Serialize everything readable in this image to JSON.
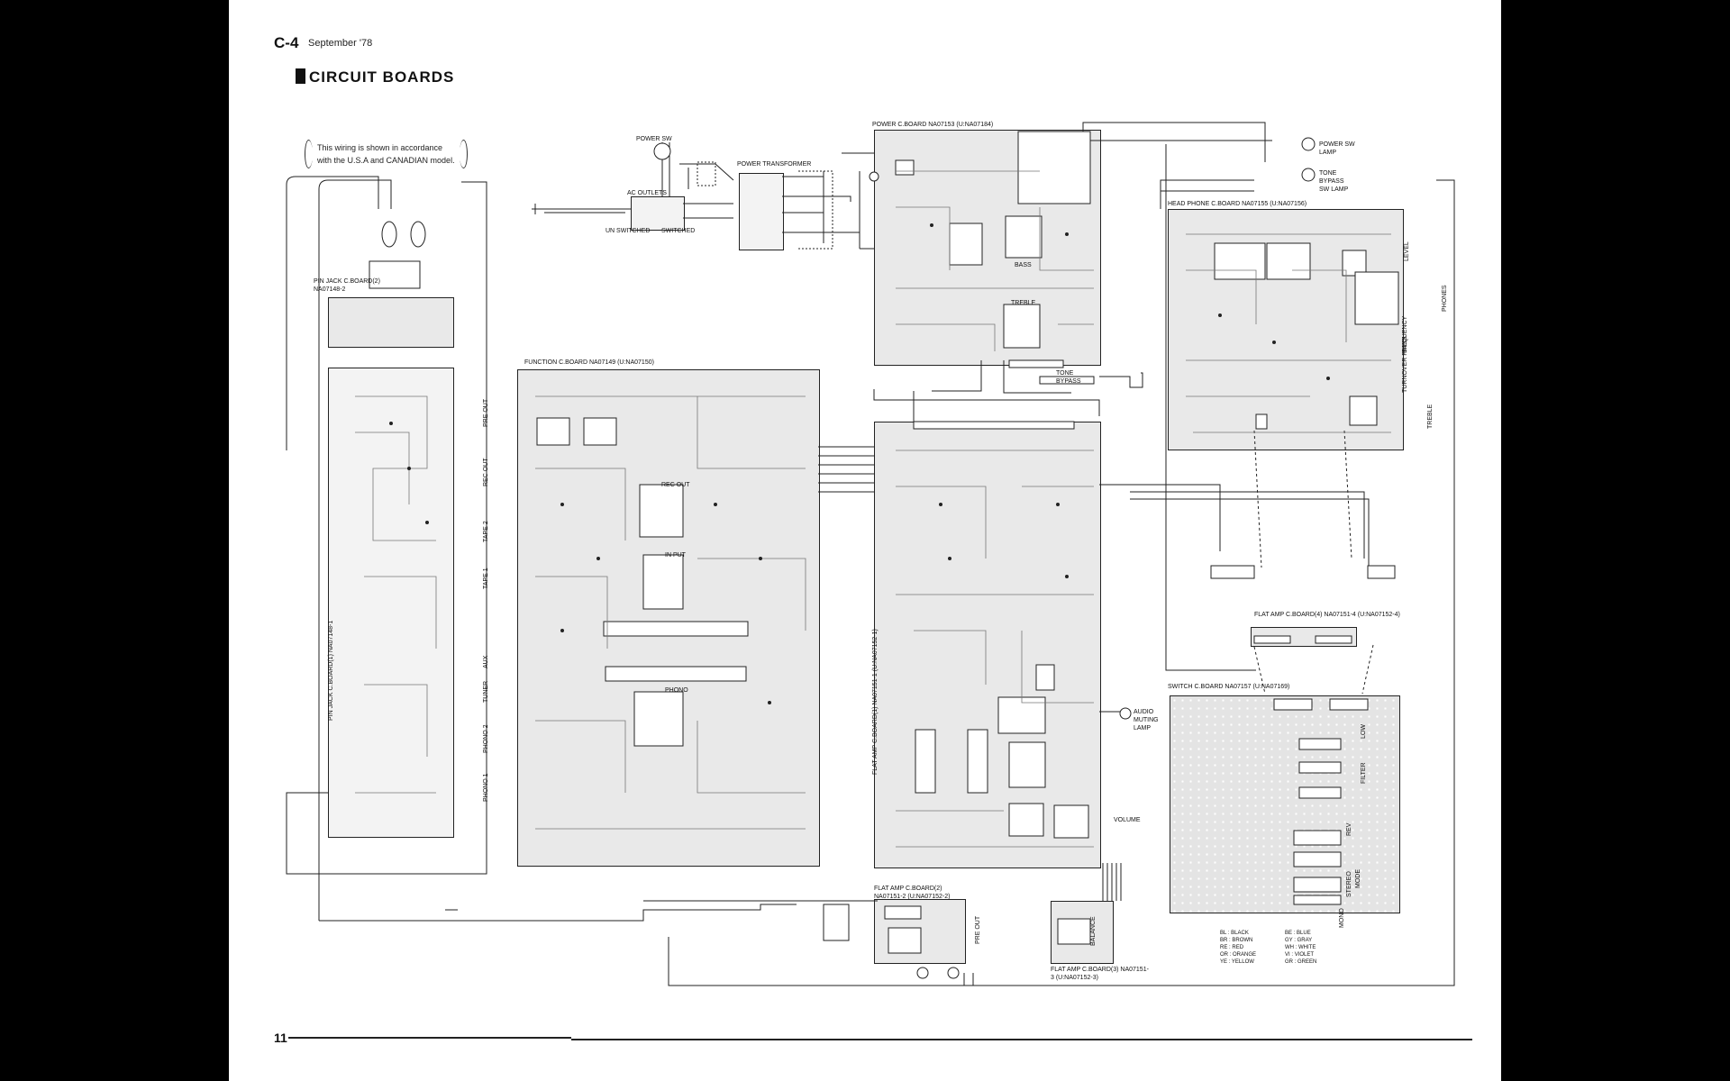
{
  "header": {
    "page_code": "C-4",
    "date": "September '78"
  },
  "title": "CIRCUIT BOARDS",
  "note": {
    "line1": "This wiring is shown in accordance",
    "line2": "with the U.S.A and CANADIAN model."
  },
  "page_number": "11",
  "labels": {
    "power_sw": "POWER SW",
    "power_transformer": "POWER TRANSFORMER",
    "ac_outlets": "AC OUTLETS",
    "unswitched": "UN SWITCHED",
    "switched": "SWITCHED",
    "power_board": "POWER C.BOARD NA07153 (U:NA07184)",
    "power_sw_lamp": "POWER SW LAMP",
    "tone_bypass_lamp": "TONE BYPASS SW LAMP",
    "headphone_board": "HEAD PHONE C.BOARD NA07155 (U:NA07156)",
    "pin_jack_board2": "PIN JACK C.BOARD(2) NA07148-2",
    "pin_jack_board1": "PIN JACK C.BOARD(1) NA07148-1",
    "function_board": "FUNCTION C.BOARD NA07149 (U:NA07150)",
    "flat_amp_board1": "FLAT AMP C.BOARD(1) NA07151-1 (U:NA07152-1)",
    "flat_amp_board4": "FLAT AMP C.BOARD(4) NA07151-4 (U:NA07152-4)",
    "switch_board": "SWITCH C.BOARD NA07157 (U:NA07169)",
    "flat_amp_board2": "FLAT AMP C.BOARD(2) NA07151-2 (U:NA07152-2)",
    "flat_amp_board3": "FLAT AMP C.BOARD(3) NA07151-3 (U:NA07152-3)",
    "audio_muting_lamp": "AUDIO MUTING LAMP",
    "volume": "VOLUME",
    "balance": "BALANCE",
    "pre_out": "PRE OUT",
    "rec_out": "REC OUT",
    "input": "IN PUT",
    "phono": "PHONO",
    "bass": "BASS",
    "treble": "TREBLE",
    "level": "LEVEL",
    "phones": "PHONES",
    "turnover_frequency": "TURNOVER FREQUENCY",
    "tone_bypass": "TONE BYPASS",
    "filter": "FILTER",
    "mode": "MODE",
    "stereo": "STEREO",
    "mono": "MONO",
    "rev": "REV",
    "low": "LOW",
    "tape1": "TAPE 1",
    "tape2": "TAPE 2",
    "aux": "AUX",
    "tuner": "TUNER",
    "phono1": "PHONO 1",
    "phono2": "PHONO 2"
  },
  "color_legend": [
    {
      "code": "BL",
      "name": "BLACK"
    },
    {
      "code": "BE",
      "name": "BLUE"
    },
    {
      "code": "BR",
      "name": "BROWN"
    },
    {
      "code": "GY",
      "name": "GRAY"
    },
    {
      "code": "RE",
      "name": "RED"
    },
    {
      "code": "WH",
      "name": "WHITE"
    },
    {
      "code": "OR",
      "name": "ORANGE"
    },
    {
      "code": "VI",
      "name": "VIOLET"
    },
    {
      "code": "YE",
      "name": "YELLOW"
    },
    {
      "code": "GR",
      "name": "GREEN"
    }
  ]
}
